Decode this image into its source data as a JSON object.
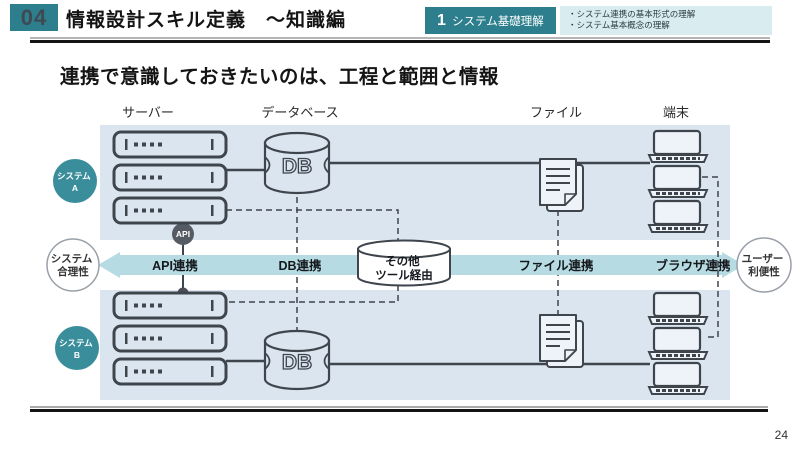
{
  "header": {
    "section_number": "04",
    "title": "情報設計スキル定義　～知識編",
    "badge_number": "1",
    "badge_label": "システム基礎理解",
    "bullet1": "・システム連携の基本形式の理解",
    "bullet2": "・システム基本概念の理解"
  },
  "heading": "連携で意識しておきたいのは、工程と範囲と情報",
  "diagram": {
    "columns": {
      "server": "サーバー",
      "database": "データベース",
      "file": "ファイル",
      "terminal": "端末"
    },
    "system_a": {
      "line1": "システム",
      "line2": "A"
    },
    "system_b": {
      "line1": "システム",
      "line2": "B"
    },
    "left_axis": {
      "line1": "システム",
      "line2": "合理性"
    },
    "right_axis": {
      "line1": "ユーザー",
      "line2": "利便性"
    },
    "links": {
      "api": "API連携",
      "db": "DB連携",
      "file": "ファイル連携",
      "browser": "ブラウザ連携"
    },
    "other_tool": {
      "line1": "その他",
      "line2": "ツール経由"
    },
    "api_badge": "API",
    "db_label": "DB"
  },
  "page_number": "24",
  "colors": {
    "teal": "#2e7f8e",
    "teal_light": "#d9edf0",
    "band_blue": "#dbe5f0",
    "arrow_blue": "#b7dbe2",
    "icon_stroke": "#3f454d"
  }
}
